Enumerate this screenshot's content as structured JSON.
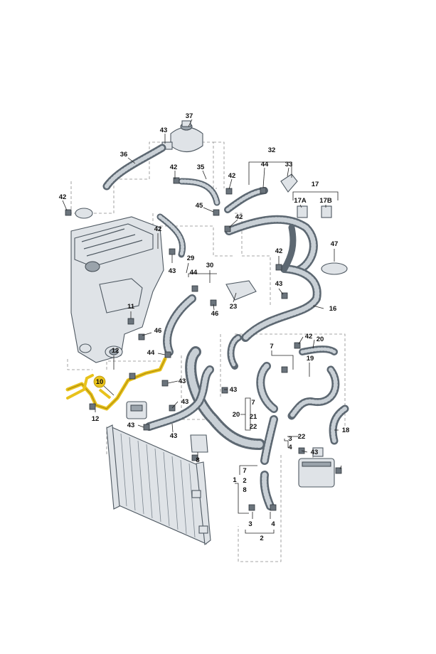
{
  "diagram": {
    "highlight_color": "#e8c21c",
    "hose_color": "#5d6872",
    "labels": [
      {
        "id": "l37",
        "text": "37"
      },
      {
        "id": "l43a",
        "text": "43"
      },
      {
        "id": "l36",
        "text": "36"
      },
      {
        "id": "l32",
        "text": "32"
      },
      {
        "id": "l42a",
        "text": "42"
      },
      {
        "id": "l35",
        "text": "35"
      },
      {
        "id": "l42b",
        "text": "42"
      },
      {
        "id": "l44a",
        "text": "44"
      },
      {
        "id": "l33",
        "text": "33"
      },
      {
        "id": "l17",
        "text": "17"
      },
      {
        "id": "l42c",
        "text": "42"
      },
      {
        "id": "l45",
        "text": "45"
      },
      {
        "id": "l42d",
        "text": "42"
      },
      {
        "id": "l17a",
        "text": "17A"
      },
      {
        "id": "l17b",
        "text": "17B"
      },
      {
        "id": "l42e",
        "text": "42"
      },
      {
        "id": "l29",
        "text": "29"
      },
      {
        "id": "l43b",
        "text": "43"
      },
      {
        "id": "l47",
        "text": "47"
      },
      {
        "id": "l42f",
        "text": "42"
      },
      {
        "id": "l44b",
        "text": "44"
      },
      {
        "id": "l30",
        "text": "30"
      },
      {
        "id": "l43c",
        "text": "43"
      },
      {
        "id": "l16",
        "text": "16"
      },
      {
        "id": "l11",
        "text": "11"
      },
      {
        "id": "l23",
        "text": "23"
      },
      {
        "id": "l46a",
        "text": "46"
      },
      {
        "id": "l46b",
        "text": "46"
      },
      {
        "id": "l42g",
        "text": "42"
      },
      {
        "id": "l20a",
        "text": "20"
      },
      {
        "id": "l12a",
        "text": "12"
      },
      {
        "id": "l44c",
        "text": "44"
      },
      {
        "id": "l7a",
        "text": "7"
      },
      {
        "id": "l19",
        "text": "19"
      },
      {
        "id": "l10",
        "text": "10"
      },
      {
        "id": "l43d",
        "text": "43"
      },
      {
        "id": "l43e",
        "text": "43"
      },
      {
        "id": "l7b",
        "text": "7"
      },
      {
        "id": "l20b",
        "text": "20"
      },
      {
        "id": "l7c",
        "text": "7"
      },
      {
        "id": "l21",
        "text": "21"
      },
      {
        "id": "l22a",
        "text": "22"
      },
      {
        "id": "l43f",
        "text": "43"
      },
      {
        "id": "l12b",
        "text": "12"
      },
      {
        "id": "l43g",
        "text": "43"
      },
      {
        "id": "l18",
        "text": "18"
      },
      {
        "id": "l3a",
        "text": "3"
      },
      {
        "id": "l4a",
        "text": "4"
      },
      {
        "id": "l22b",
        "text": "22"
      },
      {
        "id": "l43h",
        "text": "43"
      },
      {
        "id": "l8a",
        "text": "8"
      },
      {
        "id": "l43i",
        "text": "43"
      },
      {
        "id": "l7d",
        "text": "7"
      },
      {
        "id": "l1",
        "text": "1"
      },
      {
        "id": "l2a",
        "text": "2"
      },
      {
        "id": "l8b",
        "text": "8"
      },
      {
        "id": "l3b",
        "text": "3"
      },
      {
        "id": "l4b",
        "text": "4"
      },
      {
        "id": "l2b",
        "text": "2"
      }
    ]
  }
}
